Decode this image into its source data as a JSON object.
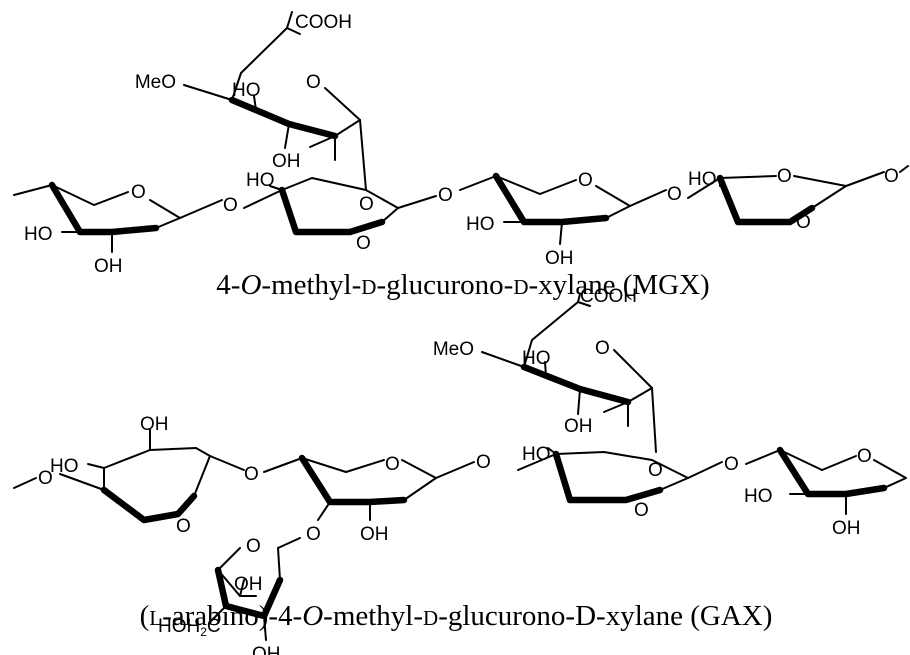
{
  "atoms": {
    "cooh": "COOH",
    "meo": "MeO",
    "ho": "HO",
    "oh": "OH",
    "o": "O",
    "hoh": "HOH",
    "sub2": "2",
    "c": "C"
  },
  "captions": {
    "mgx_a": "4-",
    "mgx_o": "O",
    "mgx_b": "-methyl-",
    "mgx_d1": "D",
    "mgx_c": "-glucurono-",
    "mgx_d2": "D",
    "mgx_d": "-xylane (MGX)",
    "gax_a": "(",
    "gax_l": "L",
    "gax_b": "-arabino)-4-",
    "gax_o": "O",
    "gax_c": "-methyl-",
    "gax_d1": "D",
    "gax_d": "-glucurono-D-xylane (GAX)"
  }
}
